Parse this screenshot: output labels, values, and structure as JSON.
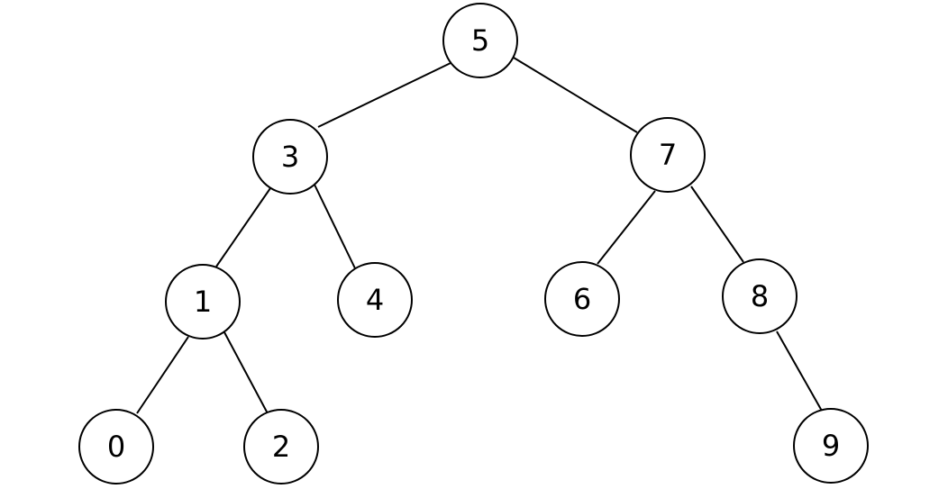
{
  "diagram": {
    "type": "binary-tree",
    "colors": {
      "background": "#ffffff",
      "stroke": "#000000",
      "text": "#000000"
    },
    "nodes": {
      "n5": "5",
      "n3": "3",
      "n7": "7",
      "n1": "1",
      "n4": "4",
      "n6": "6",
      "n8": "8",
      "n0": "0",
      "n2": "2",
      "n9": "9"
    },
    "edges": [
      [
        "5",
        "3"
      ],
      [
        "5",
        "7"
      ],
      [
        "3",
        "1"
      ],
      [
        "3",
        "4"
      ],
      [
        "7",
        "6"
      ],
      [
        "7",
        "8"
      ],
      [
        "1",
        "0"
      ],
      [
        "1",
        "2"
      ],
      [
        "8",
        "9"
      ]
    ]
  }
}
